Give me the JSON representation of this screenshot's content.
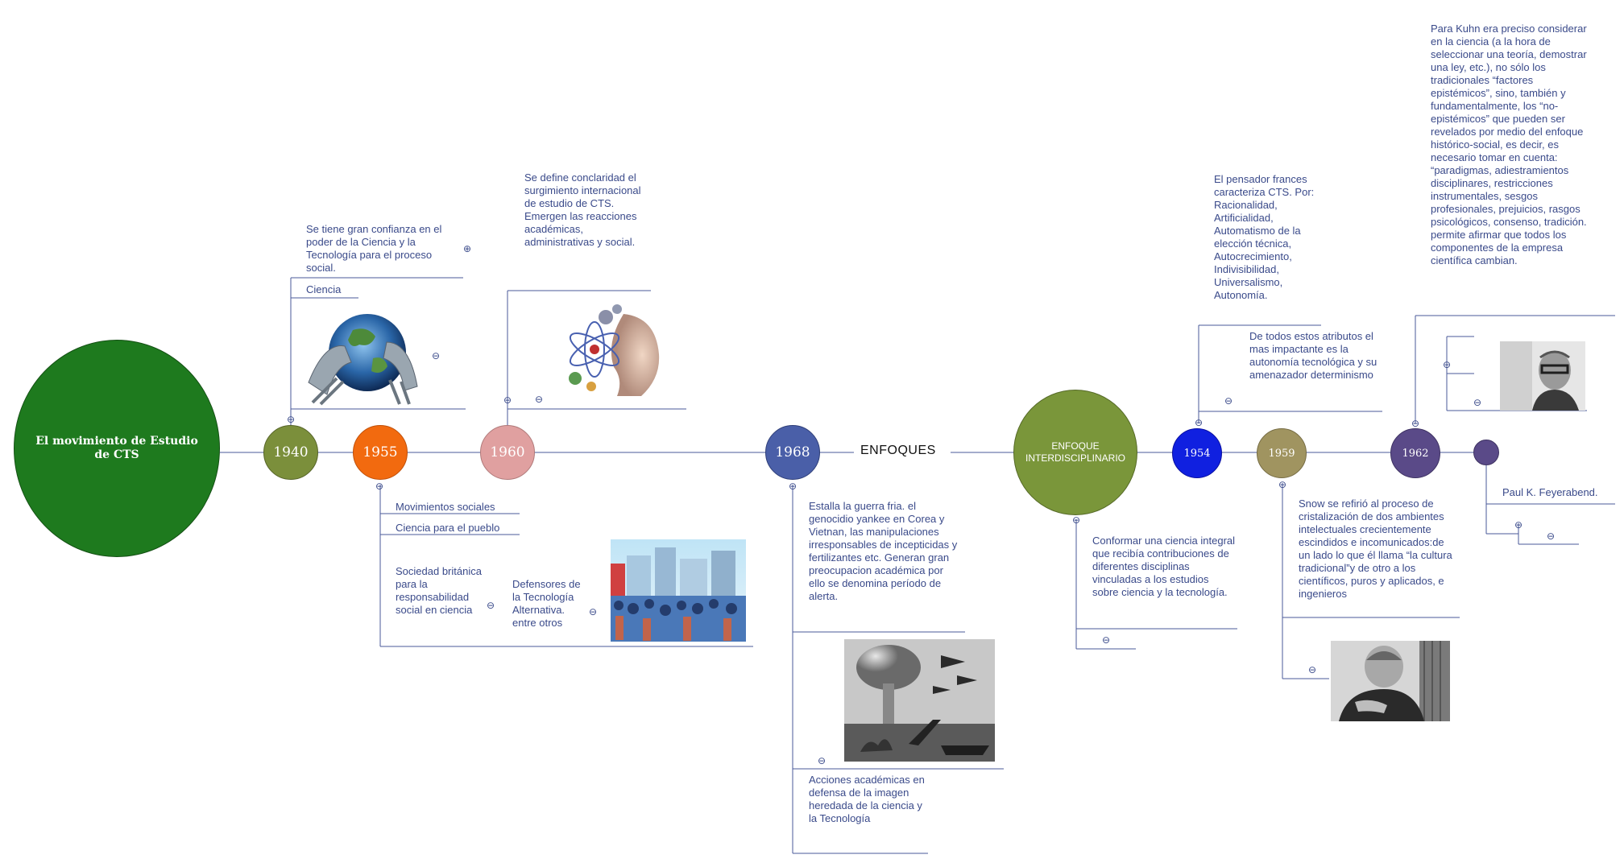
{
  "root": {
    "label": "El movimiento de Estudio de CTS",
    "color": "#1e7a1e"
  },
  "nodes": {
    "n1940": {
      "label": "1940",
      "color": "#7b8f3b"
    },
    "n1955": {
      "label": "1955",
      "color": "#f26a0f"
    },
    "n1960": {
      "label": "1960",
      "color": "#e0a0a0"
    },
    "n1968": {
      "label": "1968",
      "color": "#4a5fa8"
    },
    "enfoques": {
      "label": "ENFOQUES"
    },
    "interdisciplinario": {
      "label": "ENFOQUE INTERDISCIPLINARIO",
      "color": "#7a963a"
    },
    "n1954": {
      "label": "1954",
      "color": "#1020e0"
    },
    "n1959": {
      "label": "1959",
      "color": "#a09460"
    },
    "n1962": {
      "label": "1962",
      "color": "#5a4a88"
    },
    "blank": {
      "label": "",
      "color": "#5a4a88"
    }
  },
  "texts": {
    "t1940_desc": "Se tiene gran confianza en el poder de la Ciencia y la Tecnología para el proceso social.",
    "t1940_ciencia": "Ciencia",
    "t1955_mov": "Movimientos sociales",
    "t1955_pueblo": "Ciencia para el pueblo",
    "t1955_soc": "Sociedad británica para la responsabilidad social en ciencia",
    "t1955_def": "Defensores de la Tecnología Alternativa. entre otros",
    "t1960_desc": "Se define conclaridad el surgimiento internacional de estudio de CTS. Emergen las reacciones académicas, administrativas y social.",
    "t1968_desc": "Estalla la guerra fria. el genocidio yankee en Corea y Vietnan, las manipulaciones irresponsables de incepticidas y fertilizantes etc. Generan gran preocupacion académica por ello se denomina período de alerta.",
    "t1968_acc": "Acciones académicas en defensa de la imagen heredada de la ciencia y la Tecnología",
    "t_interd": "Conformar una ciencia integral que recibía contribuciones de diferentes disciplinas vinculadas a los estudios sobre ciencia y la tecnología.",
    "t1954_desc": "El pensador frances caracteriza CTS. Por: Racionalidad, Artificialidad, Automatismo de la elección técnica, Autocrecimiento, Indivisibilidad, Universalismo, Autonomía.",
    "t1954_atr": "De todos estos atributos el mas impactante es la autonomía tecnológica y su amenazador determinismo",
    "t1959_desc": "Snow se refirió al proceso de cristalización de dos ambientes intelectuales crecientemente escindidos e incomunicados:de un lado lo que él llama “la cultura tradicional”y de otro a los científicos, puros y aplicados, e ingenieros",
    "t1962_desc": "Para Kuhn era preciso considerar en la ciencia (a la hora de seleccionar una teoría, demostrar una ley, etc.), no sólo los tradicionales “factores epistémicos”, sino, también y fundamentalmente, los “no-epistémicos” que pueden ser revelados por medio del enfoque histórico-social, es decir, es necesario tomar en cuenta: “paradigmas, adiestramientos disciplinares, restricciones instrumentales, sesgos profesionales, prejuicios, rasgos psicológicos, consenso, tradición. permite afirmar que todos los componentes de la empresa científica cambian.",
    "t_feyer": "Paul K. Feyerabend."
  },
  "icons": {
    "collapse": "⊖",
    "expand": "⊕"
  },
  "colors": {
    "line": "#4a5a9a",
    "text": "#3a4a8a"
  }
}
